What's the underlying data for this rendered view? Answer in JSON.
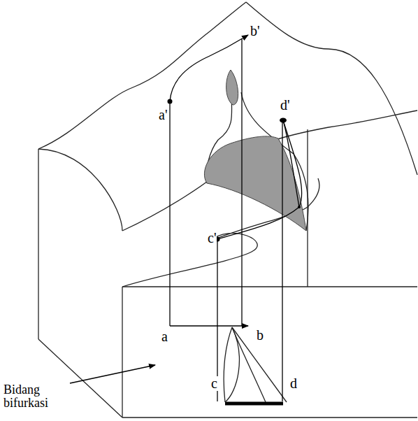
{
  "diagram": {
    "labels": [
      "a'",
      "b'",
      "c'",
      "d'",
      "a",
      "b",
      "c",
      "d",
      "Bidang bifurkasi"
    ]
  }
}
